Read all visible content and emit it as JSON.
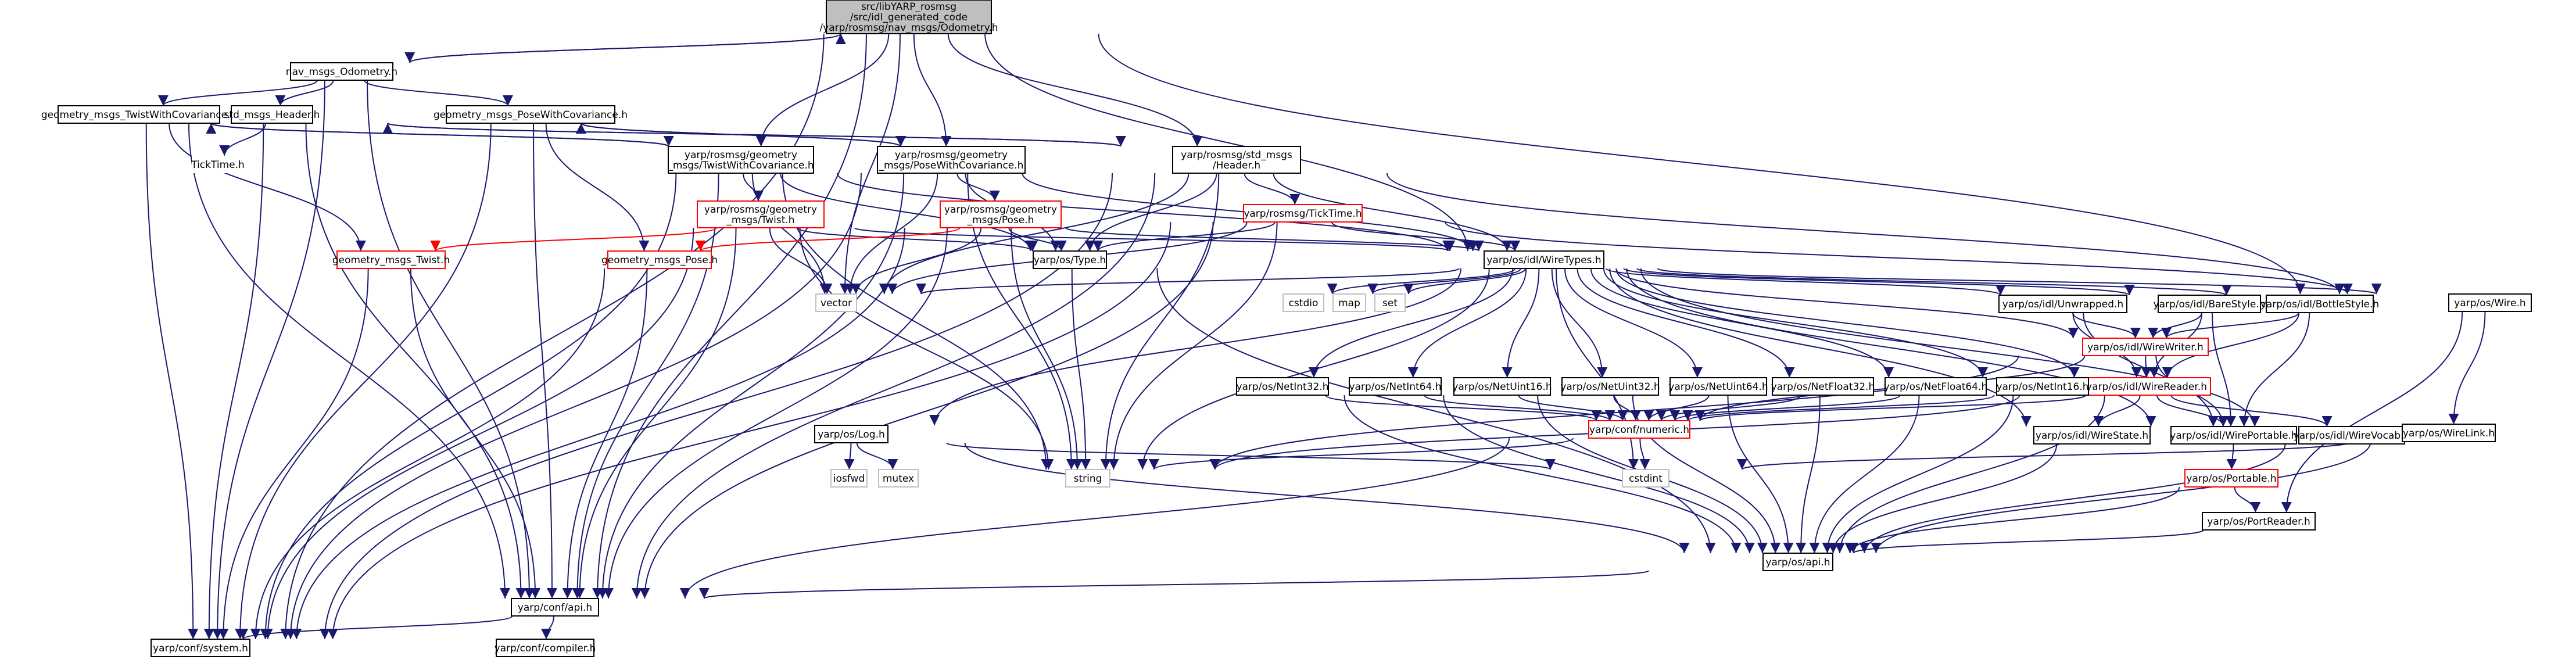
{
  "colors": {
    "edge": "#191970",
    "edge_red": "#ff0000",
    "node_border": "#000000",
    "node_border_red": "#ff0000",
    "node_border_grey": "#bfbfbf",
    "root_fill": "#bfbfbf",
    "node_fill": "#ffffff"
  },
  "nodes": [
    {
      "id": "root",
      "lines": [
        "src/libYARP_rosmsg",
        "/src/idl_generated_code",
        "/yarp/rosmsg/nav_msgs/Odometry.h"
      ],
      "style": "root"
    },
    {
      "id": "nav_odom",
      "lines": [
        "nav_msgs_Odometry.h"
      ],
      "style": "normal"
    },
    {
      "id": "gm_twistcov",
      "lines": [
        "geometry_msgs_TwistWithCovariance.h"
      ],
      "style": "normal"
    },
    {
      "id": "std_header",
      "lines": [
        "std_msgs_Header.h"
      ],
      "style": "normal"
    },
    {
      "id": "gm_posecov",
      "lines": [
        "geometry_msgs_PoseWithCovariance.h"
      ],
      "style": "normal"
    },
    {
      "id": "ticktime",
      "lines": [
        "TickTime.h"
      ],
      "style": "plain"
    },
    {
      "id": "y_twistcov",
      "lines": [
        "yarp/rosmsg/geometry",
        "_msgs/TwistWithCovariance.h"
      ],
      "style": "normal"
    },
    {
      "id": "y_posecov",
      "lines": [
        "yarp/rosmsg/geometry",
        "_msgs/PoseWithCovariance.h"
      ],
      "style": "normal"
    },
    {
      "id": "y_header",
      "lines": [
        "yarp/rosmsg/std_msgs",
        "/Header.h"
      ],
      "style": "normal"
    },
    {
      "id": "y_twist",
      "lines": [
        "yarp/rosmsg/geometry",
        "_msgs/Twist.h"
      ],
      "style": "red"
    },
    {
      "id": "y_pose",
      "lines": [
        "yarp/rosmsg/geometry",
        "_msgs/Pose.h"
      ],
      "style": "red"
    },
    {
      "id": "y_ticktime",
      "lines": [
        "yarp/rosmsg/TickTime.h"
      ],
      "style": "red"
    },
    {
      "id": "gm_twist",
      "lines": [
        "geometry_msgs_Twist.h"
      ],
      "style": "red"
    },
    {
      "id": "gm_pose",
      "lines": [
        "geometry_msgs_Pose.h"
      ],
      "style": "red"
    },
    {
      "id": "type",
      "lines": [
        "yarp/os/Type.h"
      ],
      "style": "normal"
    },
    {
      "id": "wiretypes",
      "lines": [
        "yarp/os/idl/WireTypes.h"
      ],
      "style": "normal"
    },
    {
      "id": "vector",
      "lines": [
        "vector"
      ],
      "style": "grey"
    },
    {
      "id": "cstdio",
      "lines": [
        "cstdio"
      ],
      "style": "grey"
    },
    {
      "id": "map",
      "lines": [
        "map"
      ],
      "style": "grey"
    },
    {
      "id": "set",
      "lines": [
        "set"
      ],
      "style": "grey"
    },
    {
      "id": "unwrapped",
      "lines": [
        "yarp/os/idl/Unwrapped.h"
      ],
      "style": "normal"
    },
    {
      "id": "barestyle",
      "lines": [
        "yarp/os/idl/BareStyle.h"
      ],
      "style": "normal"
    },
    {
      "id": "bottlestyle",
      "lines": [
        "yarp/os/idl/BottleStyle.h"
      ],
      "style": "normal"
    },
    {
      "id": "wire",
      "lines": [
        "yarp/os/Wire.h"
      ],
      "style": "normal"
    },
    {
      "id": "wirewriter",
      "lines": [
        "yarp/os/idl/WireWriter.h"
      ],
      "style": "red"
    },
    {
      "id": "wirereader",
      "lines": [
        "yarp/os/idl/WireReader.h"
      ],
      "style": "red"
    },
    {
      "id": "netint32",
      "lines": [
        "yarp/os/NetInt32.h"
      ],
      "style": "normal"
    },
    {
      "id": "netint64",
      "lines": [
        "yarp/os/NetInt64.h"
      ],
      "style": "normal"
    },
    {
      "id": "netuint16",
      "lines": [
        "yarp/os/NetUint16.h"
      ],
      "style": "normal"
    },
    {
      "id": "netuint32",
      "lines": [
        "yarp/os/NetUint32.h"
      ],
      "style": "normal"
    },
    {
      "id": "netuint64",
      "lines": [
        "yarp/os/NetUint64.h"
      ],
      "style": "normal"
    },
    {
      "id": "netfloat32",
      "lines": [
        "yarp/os/NetFloat32.h"
      ],
      "style": "normal"
    },
    {
      "id": "netfloat64",
      "lines": [
        "yarp/os/NetFloat64.h"
      ],
      "style": "normal"
    },
    {
      "id": "netint16",
      "lines": [
        "yarp/os/NetInt16.h"
      ],
      "style": "normal"
    },
    {
      "id": "log",
      "lines": [
        "yarp/os/Log.h"
      ],
      "style": "normal"
    },
    {
      "id": "numeric",
      "lines": [
        "yarp/conf/numeric.h"
      ],
      "style": "red"
    },
    {
      "id": "wirestate",
      "lines": [
        "yarp/os/idl/WireState.h"
      ],
      "style": "normal"
    },
    {
      "id": "wireportable",
      "lines": [
        "yarp/os/idl/WirePortable.h"
      ],
      "style": "normal"
    },
    {
      "id": "wirevocab",
      "lines": [
        "yarp/os/idl/WireVocab.h"
      ],
      "style": "normal"
    },
    {
      "id": "wirelink",
      "lines": [
        "yarp/os/WireLink.h"
      ],
      "style": "normal"
    },
    {
      "id": "iosfwd",
      "lines": [
        "iosfwd"
      ],
      "style": "grey"
    },
    {
      "id": "mutex",
      "lines": [
        "mutex"
      ],
      "style": "grey"
    },
    {
      "id": "string",
      "lines": [
        "string"
      ],
      "style": "grey"
    },
    {
      "id": "cstdint",
      "lines": [
        "cstdint"
      ],
      "style": "grey"
    },
    {
      "id": "portable",
      "lines": [
        "yarp/os/Portable.h"
      ],
      "style": "red"
    },
    {
      "id": "portreader",
      "lines": [
        "yarp/os/PortReader.h"
      ],
      "style": "normal"
    },
    {
      "id": "api",
      "lines": [
        "yarp/os/api.h"
      ],
      "style": "normal"
    },
    {
      "id": "conf_api",
      "lines": [
        "yarp/conf/api.h"
      ],
      "style": "normal"
    },
    {
      "id": "conf_system",
      "lines": [
        "yarp/conf/system.h"
      ],
      "style": "normal"
    },
    {
      "id": "conf_compiler",
      "lines": [
        "yarp/conf/compiler.h"
      ],
      "style": "normal"
    }
  ],
  "edges": [
    [
      "root",
      "nav_odom",
      "normal"
    ],
    [
      "root",
      "y_twistcov",
      "normal"
    ],
    [
      "root",
      "y_posecov",
      "normal"
    ],
    [
      "root",
      "y_header",
      "normal"
    ],
    [
      "root",
      "wiretypes",
      "normal"
    ],
    [
      "root",
      "vector",
      "normal"
    ],
    [
      "root",
      "wire",
      "normal"
    ],
    [
      "root",
      "conf_api",
      "normal"
    ],
    [
      "root",
      "conf_system",
      "normal"
    ],
    [
      "nav_odom",
      "root",
      "normal"
    ],
    [
      "nav_odom",
      "gm_twistcov",
      "normal"
    ],
    [
      "nav_odom",
      "std_header",
      "normal"
    ],
    [
      "nav_odom",
      "gm_posecov",
      "normal"
    ],
    [
      "nav_odom",
      "conf_api",
      "normal"
    ],
    [
      "nav_odom",
      "conf_system",
      "normal"
    ],
    [
      "gm_twistcov",
      "y_twistcov",
      "normal"
    ],
    [
      "gm_twistcov",
      "gm_twist",
      "normal"
    ],
    [
      "gm_twistcov",
      "conf_api",
      "normal"
    ],
    [
      "gm_twistcov",
      "conf_system",
      "normal"
    ],
    [
      "std_header",
      "y_header",
      "normal"
    ],
    [
      "std_header",
      "ticktime",
      "normal"
    ],
    [
      "std_header",
      "conf_api",
      "normal"
    ],
    [
      "std_header",
      "conf_system",
      "normal"
    ],
    [
      "gm_posecov",
      "y_posecov",
      "normal"
    ],
    [
      "gm_posecov",
      "gm_pose",
      "normal"
    ],
    [
      "gm_posecov",
      "conf_api",
      "normal"
    ],
    [
      "gm_posecov",
      "conf_system",
      "normal"
    ],
    [
      "y_twistcov",
      "gm_twistcov",
      "normal"
    ],
    [
      "y_twistcov",
      "y_twist",
      "normal"
    ],
    [
      "y_twistcov",
      "wiretypes",
      "normal"
    ],
    [
      "y_twistcov",
      "type",
      "normal"
    ],
    [
      "y_twistcov",
      "vector",
      "normal"
    ],
    [
      "y_twistcov",
      "string",
      "normal"
    ],
    [
      "y_twistcov",
      "conf_api",
      "normal"
    ],
    [
      "y_twistcov",
      "conf_system",
      "normal"
    ],
    [
      "y_posecov",
      "gm_posecov",
      "normal"
    ],
    [
      "y_posecov",
      "y_pose",
      "normal"
    ],
    [
      "y_posecov",
      "wiretypes",
      "normal"
    ],
    [
      "y_posecov",
      "type",
      "normal"
    ],
    [
      "y_posecov",
      "vector",
      "normal"
    ],
    [
      "y_posecov",
      "string",
      "normal"
    ],
    [
      "y_posecov",
      "conf_api",
      "normal"
    ],
    [
      "y_posecov",
      "conf_system",
      "normal"
    ],
    [
      "y_header",
      "std_header",
      "normal"
    ],
    [
      "y_header",
      "y_ticktime",
      "normal"
    ],
    [
      "y_header",
      "wiretypes",
      "normal"
    ],
    [
      "y_header",
      "type",
      "normal"
    ],
    [
      "y_header",
      "vector",
      "normal"
    ],
    [
      "y_header",
      "string",
      "normal"
    ],
    [
      "y_header",
      "wire",
      "normal"
    ],
    [
      "y_header",
      "conf_api",
      "normal"
    ],
    [
      "y_header",
      "conf_system",
      "normal"
    ],
    [
      "y_twist",
      "gm_twist",
      "red"
    ],
    [
      "y_twist",
      "wiretypes",
      "normal"
    ],
    [
      "y_twist",
      "type",
      "normal"
    ],
    [
      "y_twist",
      "vector",
      "normal"
    ],
    [
      "y_twist",
      "string",
      "normal"
    ],
    [
      "y_twist",
      "conf_api",
      "normal"
    ],
    [
      "y_twist",
      "conf_system",
      "normal"
    ],
    [
      "y_pose",
      "gm_pose",
      "red"
    ],
    [
      "y_pose",
      "wiretypes",
      "normal"
    ],
    [
      "y_pose",
      "type",
      "normal"
    ],
    [
      "y_pose",
      "vector",
      "normal"
    ],
    [
      "y_pose",
      "string",
      "normal"
    ],
    [
      "y_pose",
      "conf_api",
      "normal"
    ],
    [
      "y_pose",
      "conf_system",
      "normal"
    ],
    [
      "y_ticktime",
      "wiretypes",
      "normal"
    ],
    [
      "y_ticktime",
      "type",
      "normal"
    ],
    [
      "y_ticktime",
      "vector",
      "normal"
    ],
    [
      "y_ticktime",
      "string",
      "normal"
    ],
    [
      "y_ticktime",
      "wire",
      "normal"
    ],
    [
      "y_ticktime",
      "conf_api",
      "normal"
    ],
    [
      "y_ticktime",
      "conf_system",
      "normal"
    ],
    [
      "gm_twist",
      "conf_api",
      "normal"
    ],
    [
      "gm_twist",
      "conf_system",
      "normal"
    ],
    [
      "gm_pose",
      "conf_api",
      "normal"
    ],
    [
      "gm_pose",
      "conf_system",
      "normal"
    ],
    [
      "type",
      "string",
      "normal"
    ],
    [
      "type",
      "api",
      "normal"
    ],
    [
      "wiretypes",
      "vector",
      "normal"
    ],
    [
      "wiretypes",
      "cstdio",
      "normal"
    ],
    [
      "wiretypes",
      "map",
      "normal"
    ],
    [
      "wiretypes",
      "set",
      "normal"
    ],
    [
      "wiretypes",
      "unwrapped",
      "normal"
    ],
    [
      "wiretypes",
      "barestyle",
      "normal"
    ],
    [
      "wiretypes",
      "bottlestyle",
      "normal"
    ],
    [
      "wiretypes",
      "wire",
      "normal"
    ],
    [
      "wiretypes",
      "wirewriter",
      "normal"
    ],
    [
      "wiretypes",
      "wirereader",
      "normal"
    ],
    [
      "wiretypes",
      "netint32",
      "normal"
    ],
    [
      "wiretypes",
      "netint64",
      "normal"
    ],
    [
      "wiretypes",
      "netuint16",
      "normal"
    ],
    [
      "wiretypes",
      "netuint32",
      "normal"
    ],
    [
      "wiretypes",
      "netuint64",
      "normal"
    ],
    [
      "wiretypes",
      "netfloat32",
      "normal"
    ],
    [
      "wiretypes",
      "netfloat64",
      "normal"
    ],
    [
      "wiretypes",
      "netint16",
      "normal"
    ],
    [
      "wiretypes",
      "log",
      "normal"
    ],
    [
      "wiretypes",
      "string",
      "normal"
    ],
    [
      "wiretypes",
      "cstdint",
      "normal"
    ],
    [
      "wiretypes",
      "wirestate",
      "normal"
    ],
    [
      "wiretypes",
      "wireportable",
      "normal"
    ],
    [
      "wiretypes",
      "wirevocab",
      "normal"
    ],
    [
      "unwrapped",
      "wirewriter",
      "normal"
    ],
    [
      "unwrapped",
      "wirereader",
      "normal"
    ],
    [
      "unwrapped",
      "wireportable",
      "normal"
    ],
    [
      "barestyle",
      "wirewriter",
      "normal"
    ],
    [
      "barestyle",
      "wirereader",
      "normal"
    ],
    [
      "barestyle",
      "wireportable",
      "normal"
    ],
    [
      "bottlestyle",
      "wirewriter",
      "normal"
    ],
    [
      "bottlestyle",
      "wirereader",
      "normal"
    ],
    [
      "bottlestyle",
      "wireportable",
      "normal"
    ],
    [
      "wire",
      "wirelink",
      "normal"
    ],
    [
      "wire",
      "portreader",
      "normal"
    ],
    [
      "wirewriter",
      "wirereader",
      "normal"
    ],
    [
      "wirewriter",
      "string",
      "normal"
    ],
    [
      "wirewriter",
      "numeric",
      "normal"
    ],
    [
      "wirewriter",
      "wireportable",
      "normal"
    ],
    [
      "wirereader",
      "wirestate",
      "normal"
    ],
    [
      "wirereader",
      "wireportable",
      "normal"
    ],
    [
      "wirereader",
      "wirevocab",
      "normal"
    ],
    [
      "wirereader",
      "string",
      "normal"
    ],
    [
      "wirereader",
      "numeric",
      "normal"
    ],
    [
      "wirereader",
      "api",
      "normal"
    ],
    [
      "netint32",
      "numeric",
      "normal"
    ],
    [
      "netint32",
      "api",
      "normal"
    ],
    [
      "netint64",
      "numeric",
      "normal"
    ],
    [
      "netint64",
      "api",
      "normal"
    ],
    [
      "netuint16",
      "numeric",
      "normal"
    ],
    [
      "netuint16",
      "api",
      "normal"
    ],
    [
      "netuint32",
      "numeric",
      "normal"
    ],
    [
      "netuint32",
      "api",
      "normal"
    ],
    [
      "netuint64",
      "numeric",
      "normal"
    ],
    [
      "netuint64",
      "api",
      "normal"
    ],
    [
      "netfloat32",
      "numeric",
      "normal"
    ],
    [
      "netfloat32",
      "api",
      "normal"
    ],
    [
      "netfloat64",
      "numeric",
      "normal"
    ],
    [
      "netfloat64",
      "api",
      "normal"
    ],
    [
      "netint16",
      "numeric",
      "normal"
    ],
    [
      "netint16",
      "api",
      "normal"
    ],
    [
      "log",
      "iosfwd",
      "normal"
    ],
    [
      "log",
      "mutex",
      "normal"
    ],
    [
      "log",
      "cstdint",
      "normal"
    ],
    [
      "log",
      "api",
      "normal"
    ],
    [
      "numeric",
      "cstdint",
      "normal"
    ],
    [
      "numeric",
      "string",
      "normal"
    ],
    [
      "numeric",
      "conf_api",
      "normal"
    ],
    [
      "wirestate",
      "api",
      "normal"
    ],
    [
      "wireportable",
      "portable",
      "normal"
    ],
    [
      "wirevocab",
      "api",
      "normal"
    ],
    [
      "wirelink",
      "api",
      "normal"
    ],
    [
      "wirelink",
      "cstdint",
      "normal"
    ],
    [
      "portable",
      "portreader",
      "normal"
    ],
    [
      "portable",
      "api",
      "normal"
    ],
    [
      "portreader",
      "api",
      "normal"
    ],
    [
      "api",
      "conf_api",
      "normal"
    ],
    [
      "conf_api",
      "conf_system",
      "normal"
    ],
    [
      "conf_api",
      "conf_compiler",
      "normal"
    ]
  ]
}
